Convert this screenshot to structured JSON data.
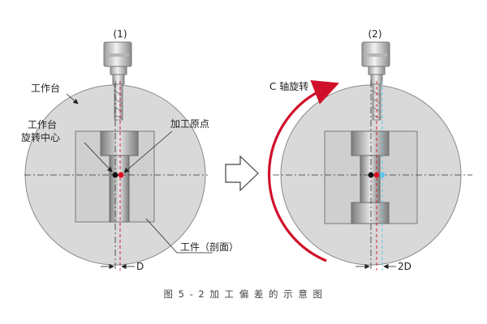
{
  "panels": {
    "left": {
      "label": "(1)"
    },
    "right": {
      "label": "(2)"
    }
  },
  "labels": {
    "worktable": "工作台",
    "rotation_center_line1": "工作台",
    "rotation_center_line2": "旋转中心",
    "machining_origin": "加工原点",
    "workpiece_section": "工件（剖面）",
    "offset_left": "D",
    "c_axis_rotation": "C 轴旋转",
    "offset_right": "2D"
  },
  "caption": "图 5 - 2 加 工 偏 差 的 示 意 图",
  "colors": {
    "table": "#d9d9d9",
    "workpiece": "#cfcfcf",
    "outline": "#7a7a7a",
    "arrow_red": "#d0102a",
    "point_red": "#e01020",
    "point_blue": "#5cc6e8",
    "point_black": "#111111"
  }
}
